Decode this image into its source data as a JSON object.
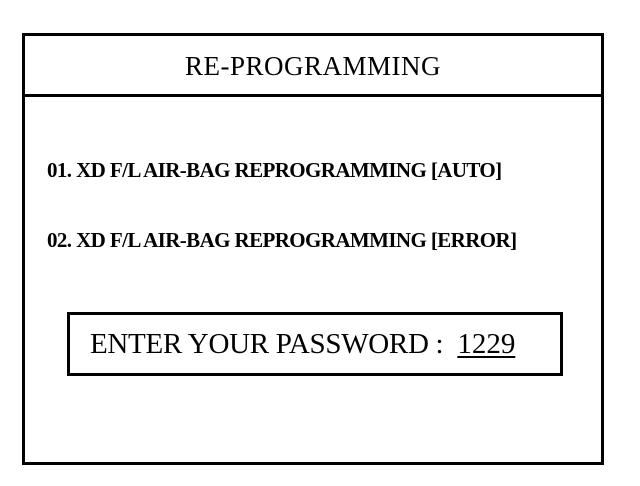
{
  "screen": {
    "title": "RE-PROGRAMMING"
  },
  "menu": {
    "items": [
      {
        "label": "01. XD F/L AIR-BAG REPROGRAMMING [AUTO]"
      },
      {
        "label": "02. XD F/L AIR-BAG REPROGRAMMING [ERROR]"
      }
    ]
  },
  "password": {
    "label": "ENTER YOUR PASSWORD :",
    "value": "1229"
  },
  "colors": {
    "border": "#000000",
    "background": "#ffffff",
    "text": "#000000"
  }
}
